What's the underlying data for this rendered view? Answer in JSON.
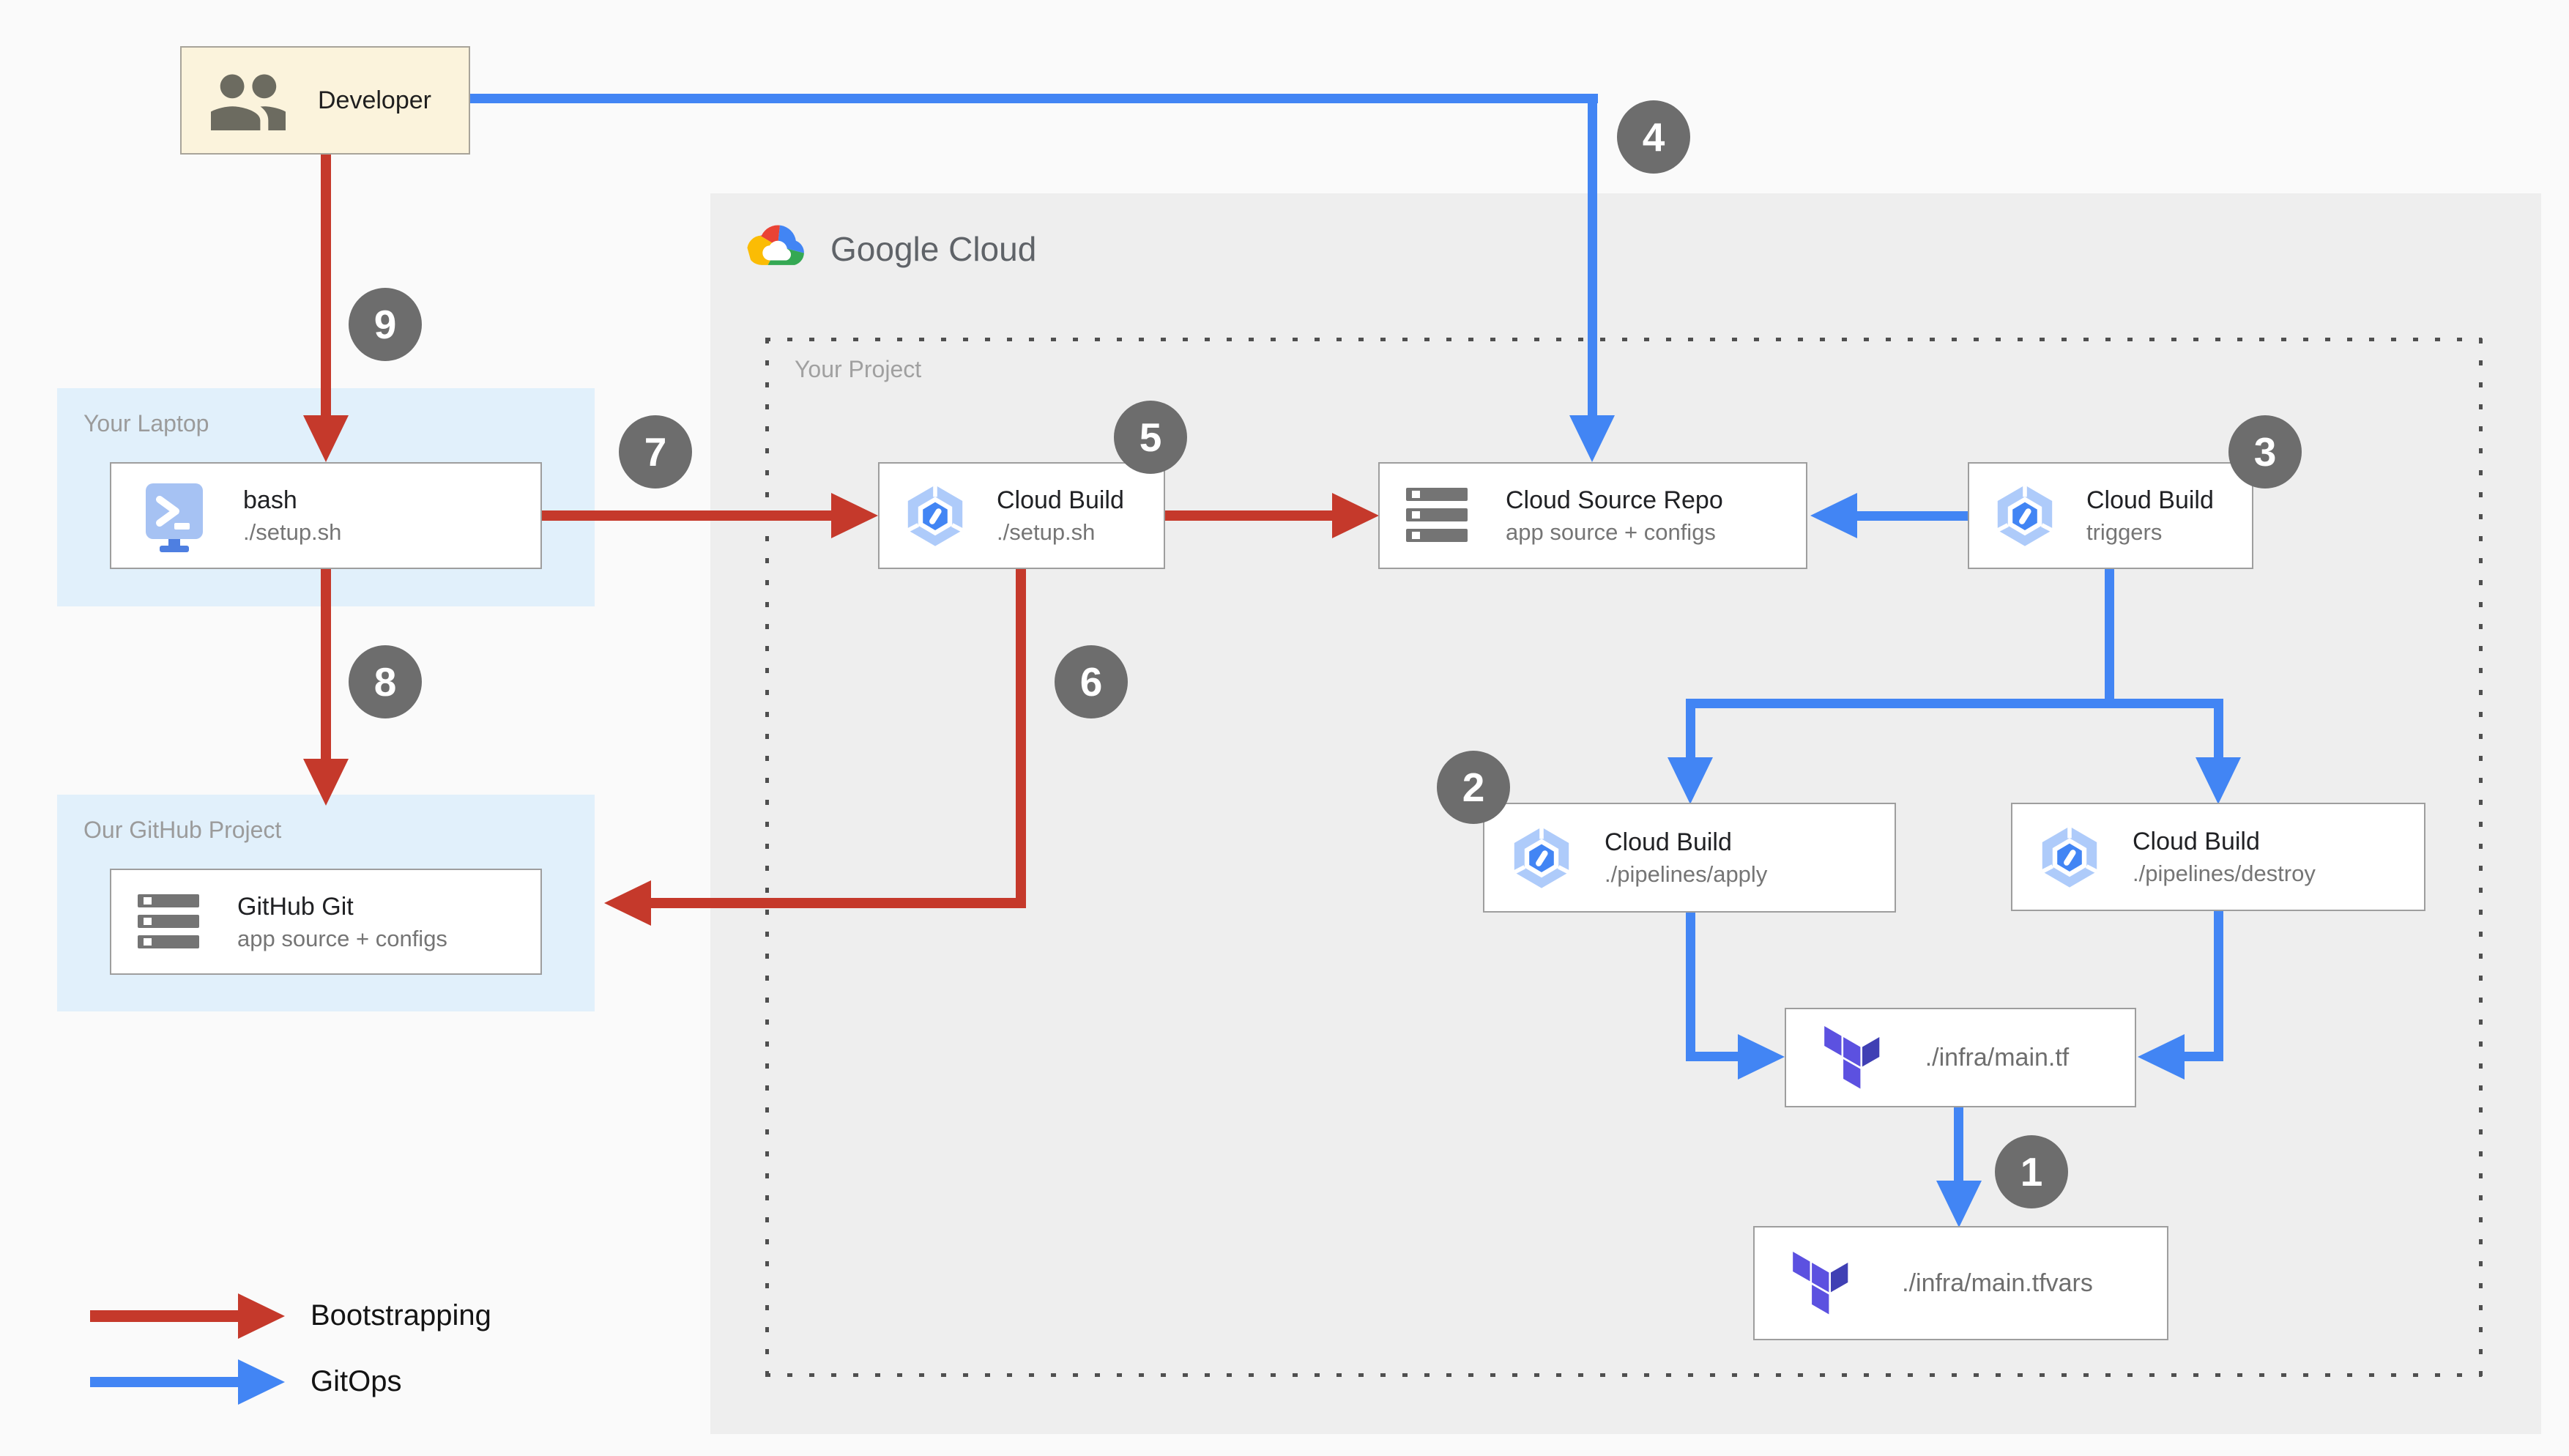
{
  "google_cloud": {
    "logo_text": "Google Cloud"
  },
  "panels": {
    "laptop": {
      "label": "Your Laptop"
    },
    "github": {
      "label": "Our GitHub Project"
    },
    "project": {
      "label": "Your Project"
    }
  },
  "nodes": {
    "developer": {
      "title": "Developer",
      "icon": "people-icon"
    },
    "bash": {
      "title": "bash",
      "subtitle": "./setup.sh",
      "icon": "terminal-icon"
    },
    "github_git": {
      "title": "GitHub Git",
      "subtitle": "app source + configs",
      "icon": "server-stack-icon"
    },
    "cloud_build_setup": {
      "title": "Cloud Build",
      "subtitle": "./setup.sh",
      "icon": "cloud-build-icon"
    },
    "cloud_source_repo": {
      "title": "Cloud Source Repo",
      "subtitle": "app source + configs",
      "icon": "server-stack-icon"
    },
    "cloud_build_triggers": {
      "title": "Cloud Build",
      "subtitle": "triggers",
      "icon": "cloud-build-icon"
    },
    "cloud_build_apply": {
      "title": "Cloud Build",
      "subtitle": "./pipelines/apply",
      "icon": "cloud-build-icon"
    },
    "cloud_build_destroy": {
      "title": "Cloud Build",
      "subtitle": "./pipelines/destroy",
      "icon": "cloud-build-icon"
    },
    "main_tf": {
      "label": "./infra/main.tf",
      "icon": "terraform-icon"
    },
    "main_tfvars": {
      "label": "./infra/main.tfvars",
      "icon": "terraform-icon"
    }
  },
  "badges": {
    "n1": "1",
    "n2": "2",
    "n3": "3",
    "n4": "4",
    "n5": "5",
    "n6": "6",
    "n7": "7",
    "n8": "8",
    "n9": "9"
  },
  "legend": {
    "bootstrapping": "Bootstrapping",
    "gitops": "GitOps"
  },
  "colors": {
    "bootstrapping_red": "#C5392B",
    "gitops_blue": "#4285F4",
    "badge_gray": "#6D6D6D",
    "laptop_panel_blue": "#E1F0FB",
    "google_panel_gray": "#EEEEEE",
    "developer_fill": "#FBF3DC",
    "google_logo_red": "#EA4335",
    "google_logo_yellow": "#FBBC04",
    "google_logo_green": "#34A853",
    "google_logo_blue": "#4285F4",
    "terraform_purple": "#5C51E0",
    "terraform_dark_purple": "#4040B4"
  }
}
